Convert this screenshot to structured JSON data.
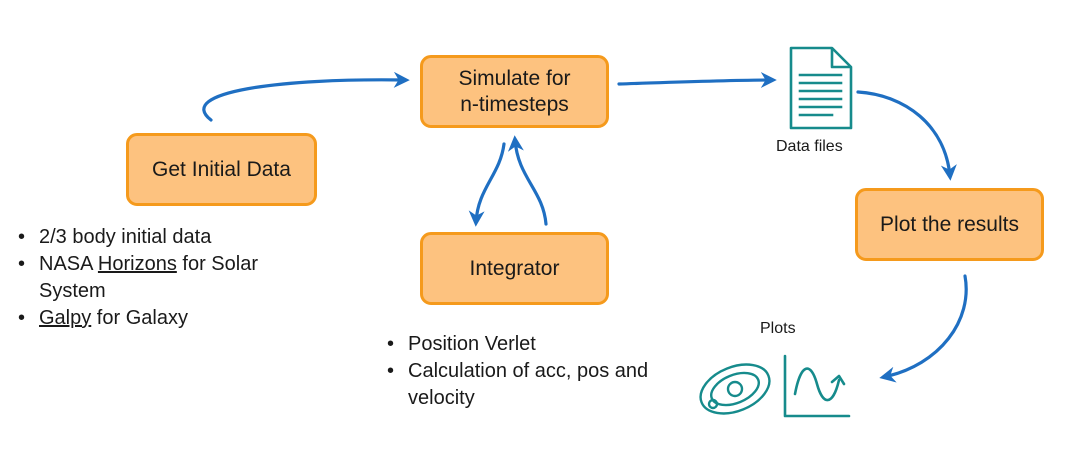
{
  "nodes": {
    "get_initial": "Get Initial Data",
    "simulate": "Simulate for\nn-timesteps",
    "integrator": "Integrator",
    "plot": "Plot the results"
  },
  "initial_data_bullets": {
    "b1": "2/3 body initial data",
    "b2_pre": "NASA ",
    "b2_link": "Horizons",
    "b2_post": " for Solar System",
    "b3_link": "Galpy",
    "b3_post": " for Galaxy"
  },
  "integrator_bullets": {
    "b1": "Position Verlet",
    "b2": "Calculation of acc, pos and velocity"
  },
  "captions": {
    "data_files": "Data files",
    "plots": "Plots"
  },
  "icons": {
    "data_file": "document-lines-icon",
    "orbit": "planet-orbit-icon",
    "plot": "line-plot-icon"
  },
  "colors": {
    "node_fill": "#fdc27f",
    "node_border": "#f59a1c",
    "arrow": "#1f6fc2",
    "icon": "#168b8c"
  }
}
